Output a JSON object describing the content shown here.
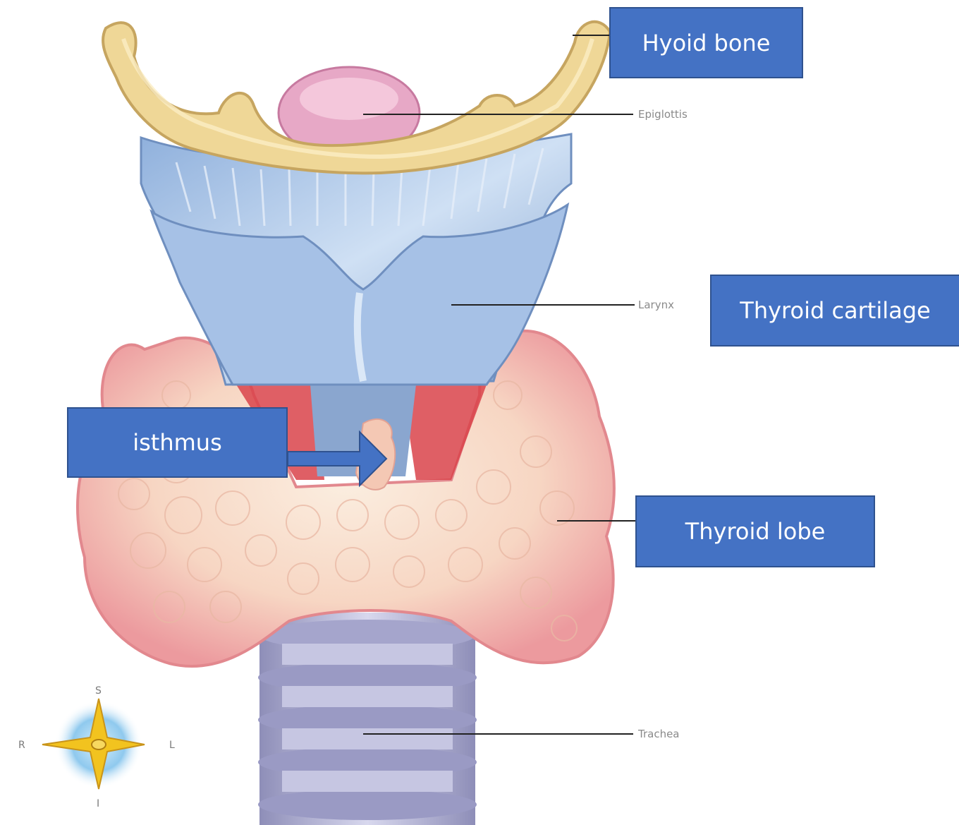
{
  "callouts": {
    "hyoid": "Hyoid bone",
    "cartilage": "Thyroid cartilage",
    "isthmus": "isthmus",
    "lobe": "Thyroid lobe"
  },
  "labels": {
    "epiglottis": "Epiglottis",
    "larynx": "Larynx",
    "trachea": "Trachea"
  },
  "compass": {
    "superior": "S",
    "inferior": "I",
    "right": "R",
    "left": "L"
  },
  "colors": {
    "callout_fill": "#4472c4",
    "callout_border": "#2f528f",
    "callout_text": "#ffffff",
    "thyroid": "#f6c7b5",
    "cartilage": "#a9c4e4",
    "hyoid": "#e8d08a",
    "trachea": "#b3b3d6",
    "muscle": "#d9434a"
  }
}
